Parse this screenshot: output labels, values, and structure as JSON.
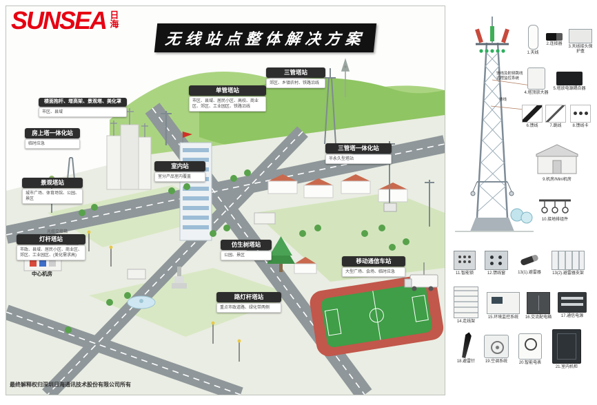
{
  "brand": {
    "name": "SUNSEA",
    "cn": "日海"
  },
  "title": "无线站点整体解决方案",
  "footer": "最终解释权归深圳日海通讯技术股份有限公司所有",
  "accent_colors": {
    "brand_red": "#e60012",
    "callout_dark": "#2d2d2d",
    "hill_green": "#8fc562"
  },
  "callouts": [
    {
      "title": "楼面抱杆、增高架、景观塔、美化罩",
      "desc": "市区、县域"
    },
    {
      "title": "房上塔一体化站",
      "desc": "临时应急"
    },
    {
      "title": "景观塔站",
      "desc": "城市广场、体育场馆、公园、景区"
    },
    {
      "title": "灯杆塔站",
      "desc": "市政、县域、居民小区、商业区、郊区、工业园区、(美化需求高)"
    },
    {
      "title": "室内站",
      "desc": "室分产品室内覆盖"
    },
    {
      "title": "单管塔站",
      "desc": "市区、县域、居民小区、高校、商业区、郊区、工业园区、铁路沿线"
    },
    {
      "title": "三管塔站",
      "desc": "郊区、乡镇农村、铁路沿线"
    },
    {
      "title": "三管塔一体化站",
      "desc": "半永久型塔站"
    },
    {
      "title": "仿生树塔站",
      "desc": "公园、景区"
    },
    {
      "title": "移动通信车站",
      "desc": "大型广场、会场、临时应急"
    },
    {
      "title": "路灯杆塔站",
      "desc": "重点市政道路、绿化带两侧"
    }
  ],
  "scene_labels": {
    "center_room": "中心机房",
    "fiber_box": "光缆交接箱"
  },
  "sidebar": {
    "annotations": {
      "line1": "馈线及射频跳线",
      "line2": "远程监控系统",
      "line3": "馈线"
    },
    "products": [
      {
        "label": "1.天线"
      },
      {
        "label": "2.连接器"
      },
      {
        "label": "3.天线接头保护盒"
      },
      {
        "label": "4.塔顶放大器"
      },
      {
        "label": "5.塔放电源耦合器"
      },
      {
        "label": "6.馈线"
      },
      {
        "label": "7.跳线"
      },
      {
        "label": "8.馈线卡"
      },
      {
        "label": "9.机房/Mini机房"
      },
      {
        "label": "10.接地排组件"
      },
      {
        "label": "11.智能锁"
      },
      {
        "label": "12.馈线窗"
      },
      {
        "label": "13(1).避雷器"
      },
      {
        "label": "13(2).避雷器支架"
      },
      {
        "label": "14.走线架"
      },
      {
        "label": "15.环境监控系统"
      },
      {
        "label": "16.交流配电箱"
      },
      {
        "label": "17.通信电源"
      },
      {
        "label": "18.避雷针"
      },
      {
        "label": "19.空调系统"
      },
      {
        "label": "20.智能电表"
      },
      {
        "label": "21.室内机柜"
      }
    ]
  }
}
